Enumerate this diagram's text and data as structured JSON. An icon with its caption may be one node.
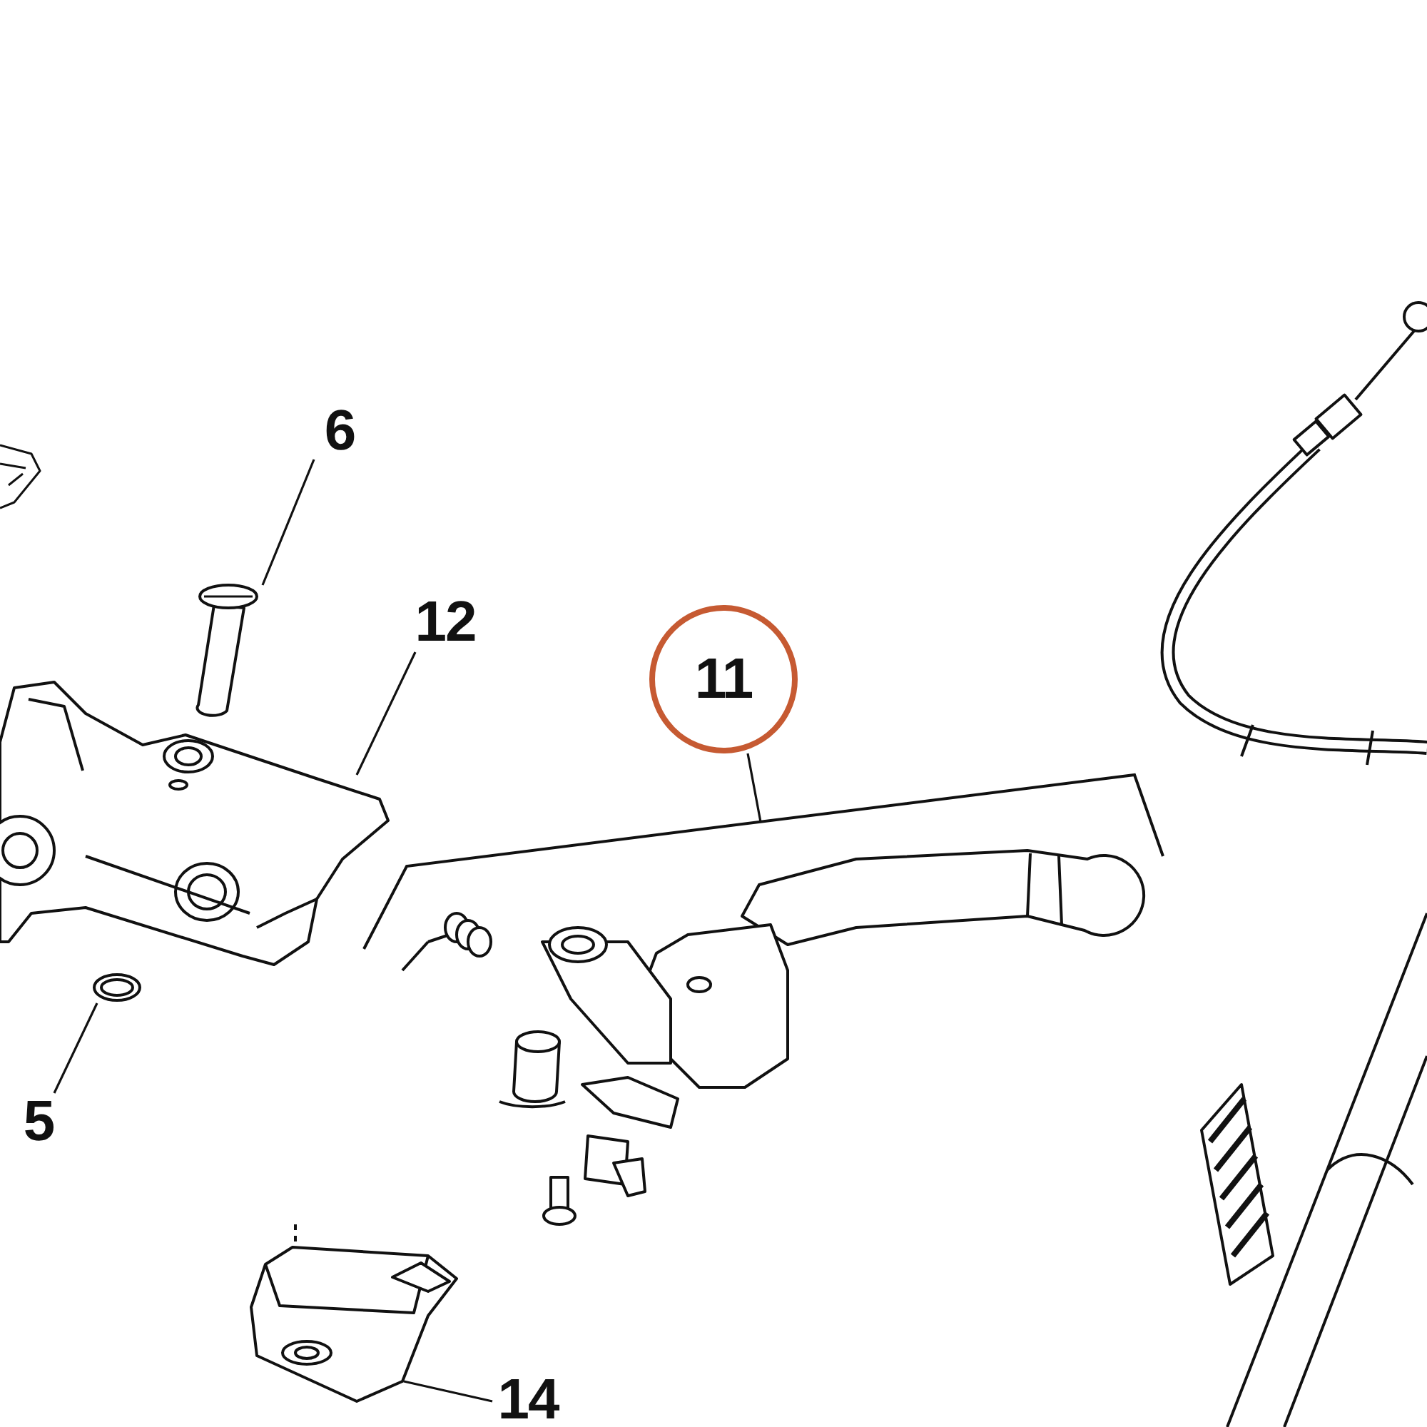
{
  "diagram": {
    "nodes": [
      {
        "text": [
          "6"
        ]
      },
      {
        "text": [],
        "shape": "picture"
      },
      {
        "text": [
          "12"
        ]
      },
      {
        "text": [],
        "shape": "picture"
      },
      {
        "text": [
          "11"
        ]
      },
      {
        "text": [],
        "shape": "bracket"
      },
      {
        "text": [],
        "shape": "picture"
      },
      {
        "text": [
          "5"
        ]
      },
      {
        "text": [],
        "shape": "picture"
      },
      {
        "text": [
          "14"
        ]
      },
      {
        "text": [],
        "shape": "picture"
      }
    ],
    "edges": [
      {
        "from": 0,
        "to": 1,
        "arrow": "none"
      },
      {
        "from": 2,
        "to": 3,
        "arrow": "none"
      },
      {
        "from": 4,
        "to": 5,
        "arrow": "none"
      },
      {
        "from": 7,
        "to": 8,
        "arrow": "none"
      },
      {
        "from": 9,
        "to": 10,
        "arrow": "none"
      }
    ]
  }
}
